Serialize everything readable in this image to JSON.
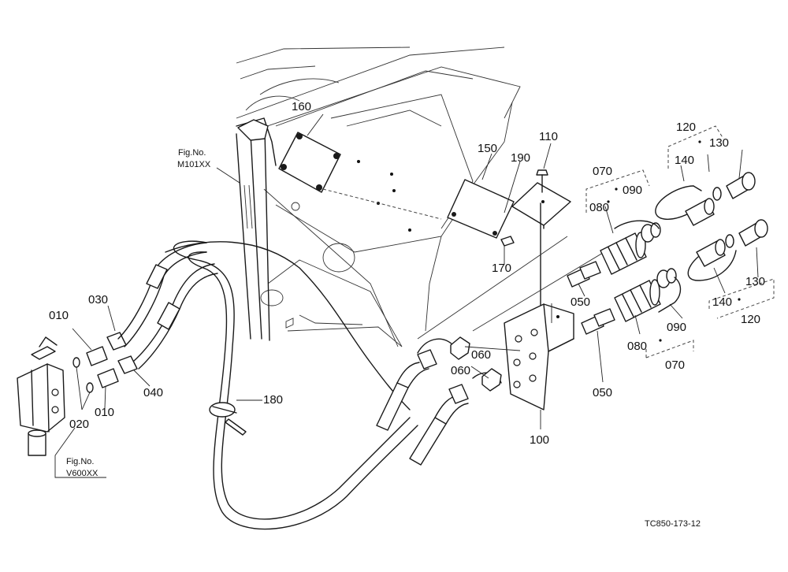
{
  "diagram": {
    "drawing_code": "TC850-173-12",
    "references": [
      {
        "id": "ref-m101",
        "line1": "Fig.No.",
        "line2": "M101XX"
      },
      {
        "id": "ref-v600",
        "line1": "Fig.No.",
        "line2": "V600XX"
      }
    ],
    "part_labels": {
      "p010a": "010",
      "p010b": "010",
      "p020": "020",
      "p030": "030",
      "p040": "040",
      "p050a": "050",
      "p050b": "050",
      "p060a": "060",
      "p060b": "060",
      "p070a": "070",
      "p070b": "070",
      "p080a": "080",
      "p080b": "080",
      "p090a": "090",
      "p090b": "090",
      "p100": "100",
      "p110": "110",
      "p120a": "120",
      "p120b": "120",
      "p130a": "130",
      "p130b": "130",
      "p140a": "140",
      "p140b": "140",
      "p150": "150",
      "p160": "160",
      "p170": "170",
      "p180": "180",
      "p190": "190"
    }
  }
}
